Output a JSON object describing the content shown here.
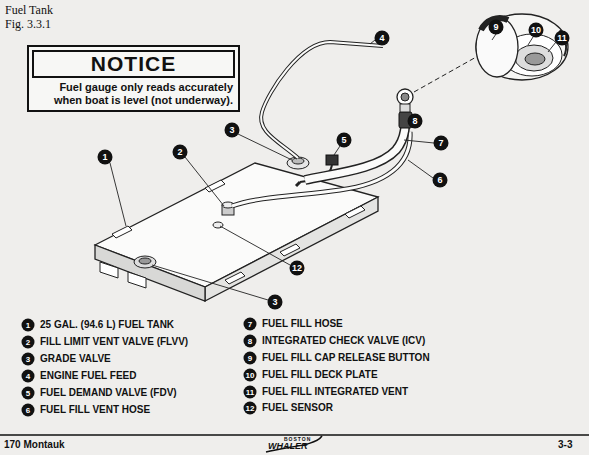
{
  "diagram": {
    "title": "Fuel Tank",
    "nodes": [
      {
        "text": [
          "NOTICE",
          "Fuel gauge only reads accurately when boat is level (not underway)."
        ]
      }
    ],
    "labels": [
      "Fig. 3.3.1",
      "1",
      "2",
      "3",
      "4",
      "5",
      "6",
      "7",
      "8",
      "9",
      "10",
      "11",
      "12",
      "3",
      "1",
      "25 GAL. (94.6 L) FUEL TANK",
      "2",
      "FILL LIMIT VENT VALVE (FLVV)",
      "3",
      "GRADE VALVE",
      "4",
      "ENGINE FUEL FEED",
      "5",
      "FUEL DEMAND VALVE (FDV)",
      "6",
      "FUEL FILL VENT HOSE",
      "7",
      "FUEL FILL HOSE",
      "8",
      "INTEGRATED CHECK VALVE (ICV)",
      "9",
      "FUEL FILL CAP RELEASE BUTTON",
      "10",
      "FUEL FILL DECK PLATE",
      "11",
      "FUEL FILL INTEGRATED VENT",
      "12",
      "FUEL SENSOR",
      "170 Montauk",
      "BOSTON",
      "WHALER",
      "3-3"
    ]
  }
}
